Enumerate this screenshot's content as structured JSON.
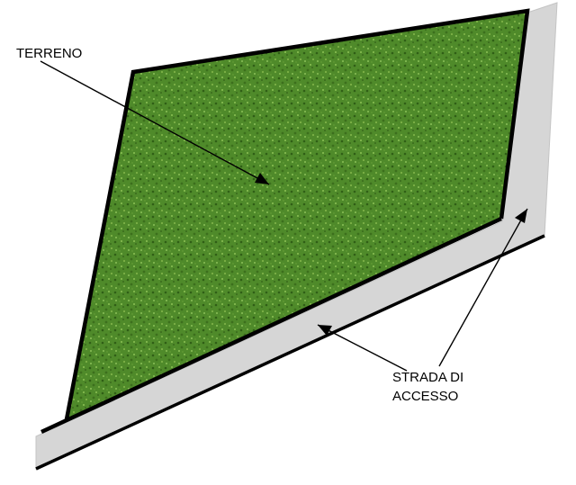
{
  "labels": {
    "terreno": "TERRENO",
    "strada_line1": "STRADA DI",
    "strada_line2": "ACCESSO"
  },
  "colors": {
    "background": "#ffffff",
    "grass_base": "#4f8a2a",
    "grass_dark": "#2f5e16",
    "grass_light": "#8cc255",
    "road_fill": "#d6d6d6",
    "road_edge": "#c4c4c4",
    "outline": "#000000"
  }
}
